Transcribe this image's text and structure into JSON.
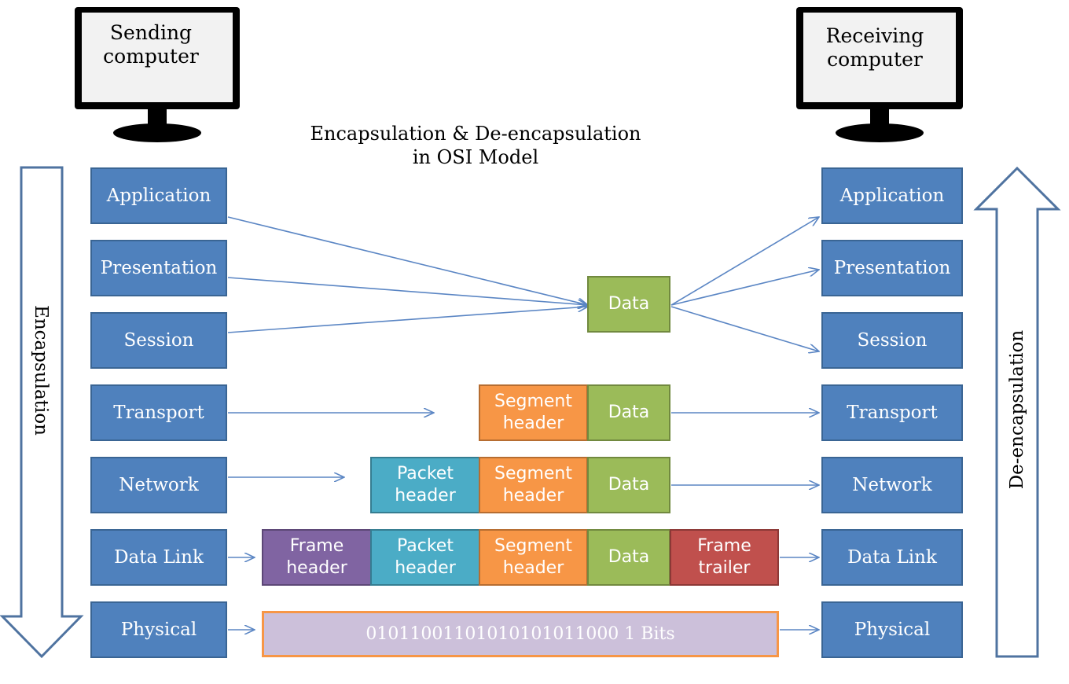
{
  "sending_computer_label": "Sending computer",
  "receiving_computer_label": "Receiving computer",
  "title_line1": "Encapsulation & De-encapsulation",
  "title_line2": "in OSI Model",
  "encapsulation_label": "Encapsulation",
  "deencapsulation_label": "De-encapsulation",
  "sender_layers": [
    "Application",
    "Presentation",
    "Session",
    "Transport",
    "Network",
    "Data Link",
    "Physical"
  ],
  "receiver_layers": [
    "Application",
    "Presentation",
    "Session",
    "Transport",
    "Network",
    "Data Link",
    "Physical"
  ],
  "pdu": {
    "data": "Data",
    "segment_header": "Segment header",
    "packet_header": "Packet header",
    "frame_header": "Frame header",
    "frame_trailer": "Frame trailer",
    "bits": "01011001101010101011000 1 Bits"
  },
  "colors": {
    "layer": "#4f81bd",
    "data": "#9bbb59",
    "segment_header": "#f79646",
    "packet_header": "#4bacc6",
    "frame_header": "#8064a2",
    "frame_trailer": "#c0504d",
    "bits": "#ccc0da",
    "arrow": "#5b86c4"
  }
}
